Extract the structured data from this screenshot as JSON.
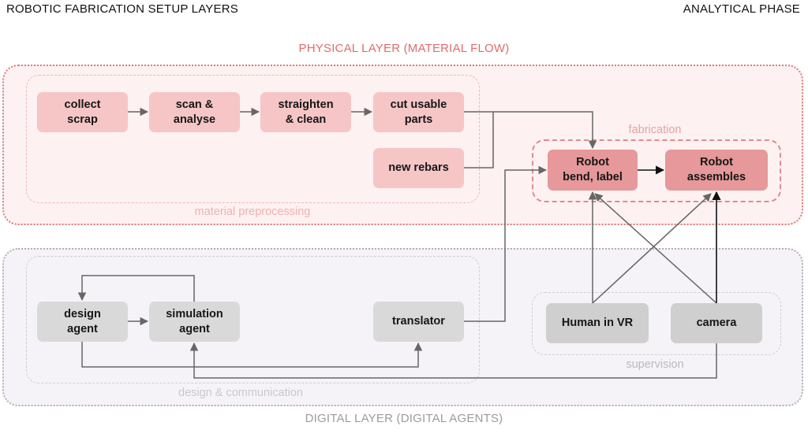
{
  "header": {
    "title_left": "ROBOTIC FABRICATION SETUP LAYERS",
    "title_right": "ANALYTICAL PHASE"
  },
  "layers": {
    "physical": "PHYSICAL LAYER (MATERIAL FLOW)",
    "digital": "DIGITAL LAYER (DIGITAL AGENTS)"
  },
  "groups": {
    "material_preprocessing": "material preprocessing",
    "fabrication": "fabrication",
    "design_communication": "design & communication",
    "supervision": "supervision"
  },
  "nodes": {
    "collect": "collect\nscrap",
    "scan": "scan &\nanalyse",
    "straighten": "straighten\n& clean",
    "cut": "cut usable\nparts",
    "rebars": "new rebars",
    "robot_bend": "Robot\nbend,  label",
    "robot_assembles": "Robot\nassembles",
    "design_agent": "design\nagent",
    "simulation_agent": "simulation\nagent",
    "translator": "translator",
    "human_vr": "Human  in VR",
    "camera": "camera"
  },
  "colors": {
    "physical_accent": "#e06c6c",
    "physical_node": "#f6c6c6",
    "fabrication_node": "#e6989a",
    "digital_node": "#d9d9d9",
    "connector": "#666666"
  }
}
